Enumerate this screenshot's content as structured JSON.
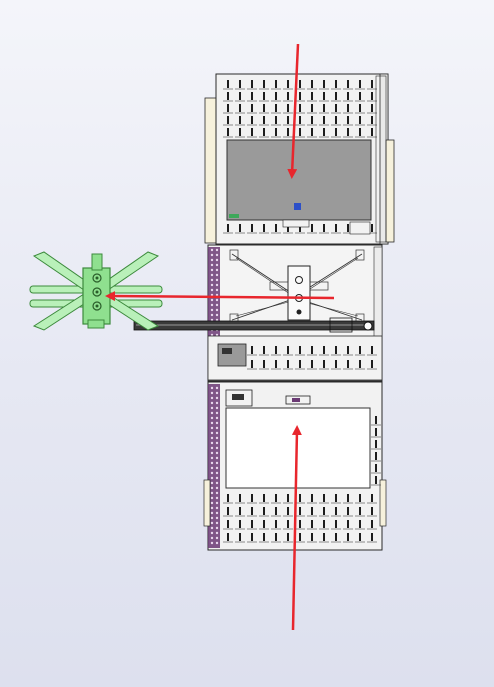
{
  "colors": {
    "background_top": "#f4f5fa",
    "background_bottom": "#dde0ee",
    "conveyor_fill": "#f2f2f2",
    "conveyor_outline": "#2a2a2a",
    "roller": "#1d1d1d",
    "side_rail": "#6b3a74",
    "tray_full": "#9a9a9a",
    "tray_empty": "#ffffff",
    "gripper": "#8fe08f",
    "gripper_outline": "#3c8a3c",
    "flow_arrow": "#e8262d"
  },
  "flow": {
    "inbound_full_tray": "down",
    "outbound_empty_tray": "up",
    "transfer_to_gripper": "left"
  },
  "icons": [
    "flow-arrow-down-icon",
    "flow-arrow-up-icon",
    "flow-arrow-left-icon"
  ]
}
